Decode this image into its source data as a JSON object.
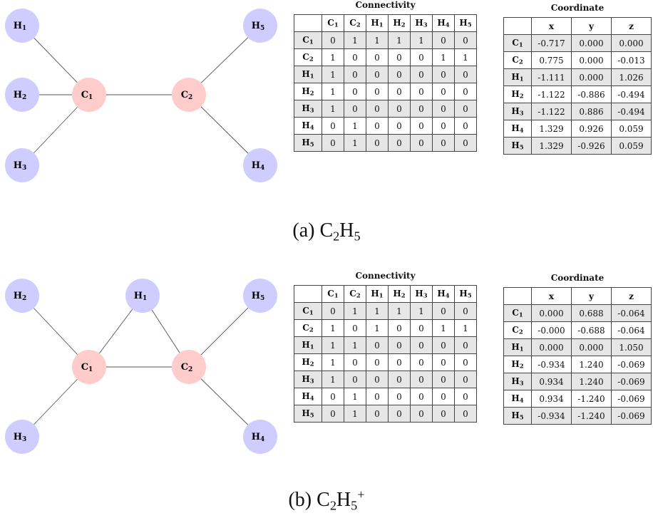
{
  "panels": [
    {
      "id": "a",
      "caption": {
        "prefix": "(a) C",
        "s1": "2",
        "mid": "H",
        "s2": "5",
        "sup": ""
      },
      "node_color_h": "#cfcdff",
      "node_color_c": "#ffcccc",
      "nodes": [
        {
          "id": "H1",
          "base": "H",
          "sub": "1"
        },
        {
          "id": "H2",
          "base": "H",
          "sub": "2"
        },
        {
          "id": "H3",
          "base": "H",
          "sub": "3"
        },
        {
          "id": "C1",
          "base": "C",
          "sub": "1"
        },
        {
          "id": "C2",
          "base": "C",
          "sub": "2"
        },
        {
          "id": "H5",
          "base": "H",
          "sub": "5"
        },
        {
          "id": "H4",
          "base": "H",
          "sub": "4"
        }
      ],
      "edges": [
        [
          "H1",
          "C1"
        ],
        [
          "H2",
          "C1"
        ],
        [
          "H3",
          "C1"
        ],
        [
          "C1",
          "C2"
        ],
        [
          "C2",
          "H5"
        ],
        [
          "C2",
          "H4"
        ]
      ],
      "connectivity": {
        "title": "Connectivity",
        "labels": [
          "C1",
          "C2",
          "H1",
          "H2",
          "H3",
          "H4",
          "H5"
        ],
        "rows": [
          [
            0,
            1,
            1,
            1,
            1,
            0,
            0
          ],
          [
            1,
            0,
            0,
            0,
            0,
            1,
            1
          ],
          [
            1,
            0,
            0,
            0,
            0,
            0,
            0
          ],
          [
            1,
            0,
            0,
            0,
            0,
            0,
            0
          ],
          [
            1,
            0,
            0,
            0,
            0,
            0,
            0
          ],
          [
            0,
            1,
            0,
            0,
            0,
            0,
            0
          ],
          [
            0,
            1,
            0,
            0,
            0,
            0,
            0
          ]
        ]
      },
      "coordinate": {
        "title": "Coordinate",
        "cols": [
          "x",
          "y",
          "z"
        ],
        "labels": [
          "C1",
          "C2",
          "H1",
          "H2",
          "H3",
          "H4",
          "H5"
        ],
        "rows": [
          [
            "-0.717",
            "0.000",
            "0.000"
          ],
          [
            "0.775",
            "0.000",
            "-0.013"
          ],
          [
            "-1.111",
            "0.000",
            "1.026"
          ],
          [
            "-1.122",
            "-0.886",
            "-0.494"
          ],
          [
            "-1.122",
            "0.886",
            "-0.494"
          ],
          [
            "1.329",
            "0.926",
            "0.059"
          ],
          [
            "1.329",
            "-0.926",
            "0.059"
          ]
        ]
      }
    },
    {
      "id": "b",
      "caption": {
        "prefix": "(b) C",
        "s1": "2",
        "mid": "H",
        "s2": "5",
        "sup": "+"
      },
      "node_color_h": "#cfcdff",
      "node_color_c": "#ffcccc",
      "nodes": [
        {
          "id": "H2",
          "base": "H",
          "sub": "2"
        },
        {
          "id": "H1",
          "base": "H",
          "sub": "1"
        },
        {
          "id": "H5",
          "base": "H",
          "sub": "5"
        },
        {
          "id": "C1",
          "base": "C",
          "sub": "1"
        },
        {
          "id": "C2",
          "base": "C",
          "sub": "2"
        },
        {
          "id": "H3",
          "base": "H",
          "sub": "3"
        },
        {
          "id": "H4",
          "base": "H",
          "sub": "4"
        }
      ],
      "edges": [
        [
          "H2",
          "C1"
        ],
        [
          "H3",
          "C1"
        ],
        [
          "H1",
          "C1"
        ],
        [
          "H1",
          "C2"
        ],
        [
          "C1",
          "C2"
        ],
        [
          "C2",
          "H5"
        ],
        [
          "C2",
          "H4"
        ]
      ],
      "connectivity": {
        "title": "Connectivity",
        "labels": [
          "C1",
          "C2",
          "H1",
          "H2",
          "H3",
          "H4",
          "H5"
        ],
        "rows": [
          [
            0,
            1,
            1,
            1,
            1,
            0,
            0
          ],
          [
            1,
            0,
            1,
            0,
            0,
            1,
            1
          ],
          [
            1,
            1,
            0,
            0,
            0,
            0,
            0
          ],
          [
            1,
            0,
            0,
            0,
            0,
            0,
            0
          ],
          [
            1,
            0,
            0,
            0,
            0,
            0,
            0
          ],
          [
            0,
            1,
            0,
            0,
            0,
            0,
            0
          ],
          [
            0,
            1,
            0,
            0,
            0,
            0,
            0
          ]
        ]
      },
      "coordinate": {
        "title": "Coordinate",
        "cols": [
          "x",
          "y",
          "z"
        ],
        "labels": [
          "C1",
          "C2",
          "H1",
          "H2",
          "H3",
          "H4",
          "H5"
        ],
        "rows": [
          [
            "0.000",
            "0.688",
            "-0.064"
          ],
          [
            "-0.000",
            "-0.688",
            "-0.064"
          ],
          [
            "0.000",
            "0.000",
            "1.050"
          ],
          [
            "-0.934",
            "1.240",
            "-0.069"
          ],
          [
            "0.934",
            "1.240",
            "-0.069"
          ],
          [
            "0.934",
            "-1.240",
            "-0.069"
          ],
          [
            "-0.934",
            "-1.240",
            "-0.069"
          ]
        ]
      }
    }
  ]
}
